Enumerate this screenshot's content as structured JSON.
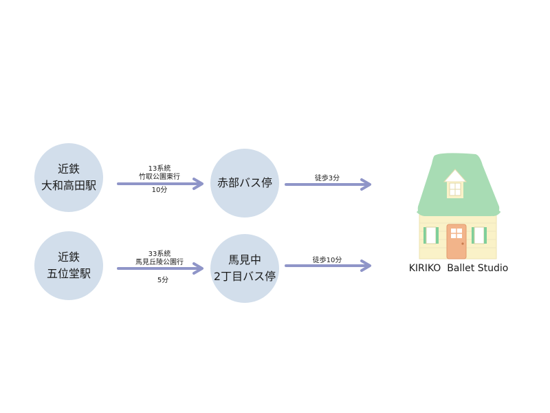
{
  "routes": [
    {
      "origin": [
        "近鉄",
        "大和高田駅"
      ],
      "bus": [
        "13系統",
        "竹取公園東行"
      ],
      "bus_time": "10分",
      "stop": [
        "赤部バス停"
      ],
      "walk": "徒歩3分"
    },
    {
      "origin": [
        "近鉄",
        "五位堂駅"
      ],
      "bus": [
        "33系統",
        "馬見丘陵公園行"
      ],
      "bus_time": "5分",
      "stop": [
        "馬見中",
        "2丁目バス停"
      ],
      "walk": "徒歩10分"
    }
  ],
  "destination": {
    "name": "KIRIKO  Ballet Studio"
  },
  "colors": {
    "circle": "#d2deeb",
    "arrow": "#8f95c8",
    "roof": "#a8dcb4",
    "wall": "#faf2c8",
    "door": "#f2b48a"
  }
}
